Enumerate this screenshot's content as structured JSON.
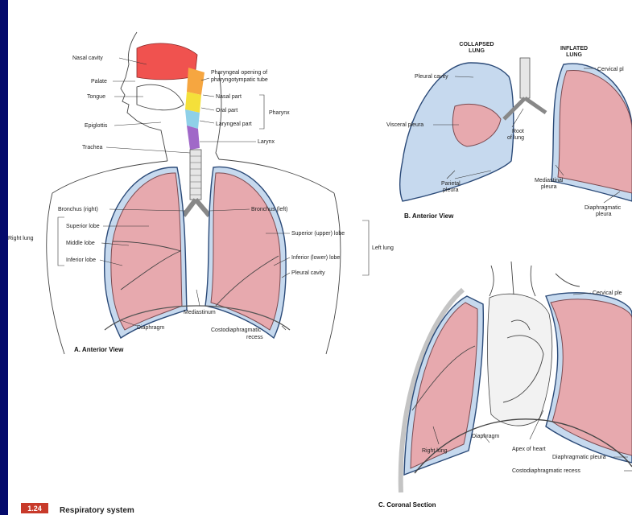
{
  "figure": {
    "number": "1.24",
    "title": "Respiratory system"
  },
  "panel_a": {
    "caption": "A. Anterior View",
    "labels": {
      "nasal_cavity": "Nasal cavity",
      "palate": "Palate",
      "tongue": "Tongue",
      "epiglottis": "Epiglottis",
      "trachea": "Trachea",
      "pharyngeal_opening_1": "Pharyngeal opening of",
      "pharyngeal_opening_2": "pharyngotympatic tube",
      "nasal_part": "Nasal part",
      "oral_part": "Oral part",
      "laryngeal_part": "Laryngeal part",
      "pharynx": "Pharynx",
      "larynx": "Larynx",
      "bronchus_right": "Bronchus (right)",
      "bronchus_left": "Bronchus (left)",
      "superior_lobe": "Superior lobe",
      "right_lung": "Right lung",
      "middle_lobe": "Middle lobe",
      "inferior_lobe": "Inferior lobe",
      "superior_upper_lobe": "Superior (upper) lobe",
      "inferior_lower_lobe": "Inferior (lower) lobe",
      "left_lung": "Left lung",
      "pleural_cavity": "Pleural cavity",
      "mediastinum": "Mediastinum",
      "diaphragm": "Diaphragm",
      "costodiaphragmatic_1": "Costodiaphragmatic",
      "costodiaphragmatic_2": "recess"
    }
  },
  "panel_b": {
    "caption": "B. Anterior View",
    "labels": {
      "collapsed_1": "COLLAPSED",
      "collapsed_2": "LUNG",
      "inflated_1": "INFLATED",
      "inflated_2": "LUNG",
      "cervical": "Cervical pl",
      "pleural_cavity": "Pleural cavity",
      "visceral_pleura": "Visceral pleura",
      "root_1": "Root",
      "root_2": "of lung",
      "parietal_1": "Parietal",
      "parietal_2": "pleura",
      "mediastinal_1": "Mediastinal",
      "mediastinal_2": "pleura",
      "diaphragmatic_1": "Diaphragmatic",
      "diaphragmatic_2": "pleura"
    }
  },
  "panel_c": {
    "caption": "C. Coronal Section",
    "labels": {
      "cervical": "Cervical ple",
      "right_lung": "Right lung",
      "diaphragm": "Diaphragm",
      "apex_of_heart": "Apex of heart",
      "diaphragmatic_pleura": "Diaphragmatic pleura",
      "costodiaphragmatic_recess": "Costodiaphragmatic recess"
    }
  },
  "colors": {
    "background": "#0a1a9a",
    "lung": "#e7a9ae",
    "pleural_cavity": "#c6d9ee",
    "nasal_cavity": "#f0524f",
    "figure_badge": "#c83a2a"
  }
}
